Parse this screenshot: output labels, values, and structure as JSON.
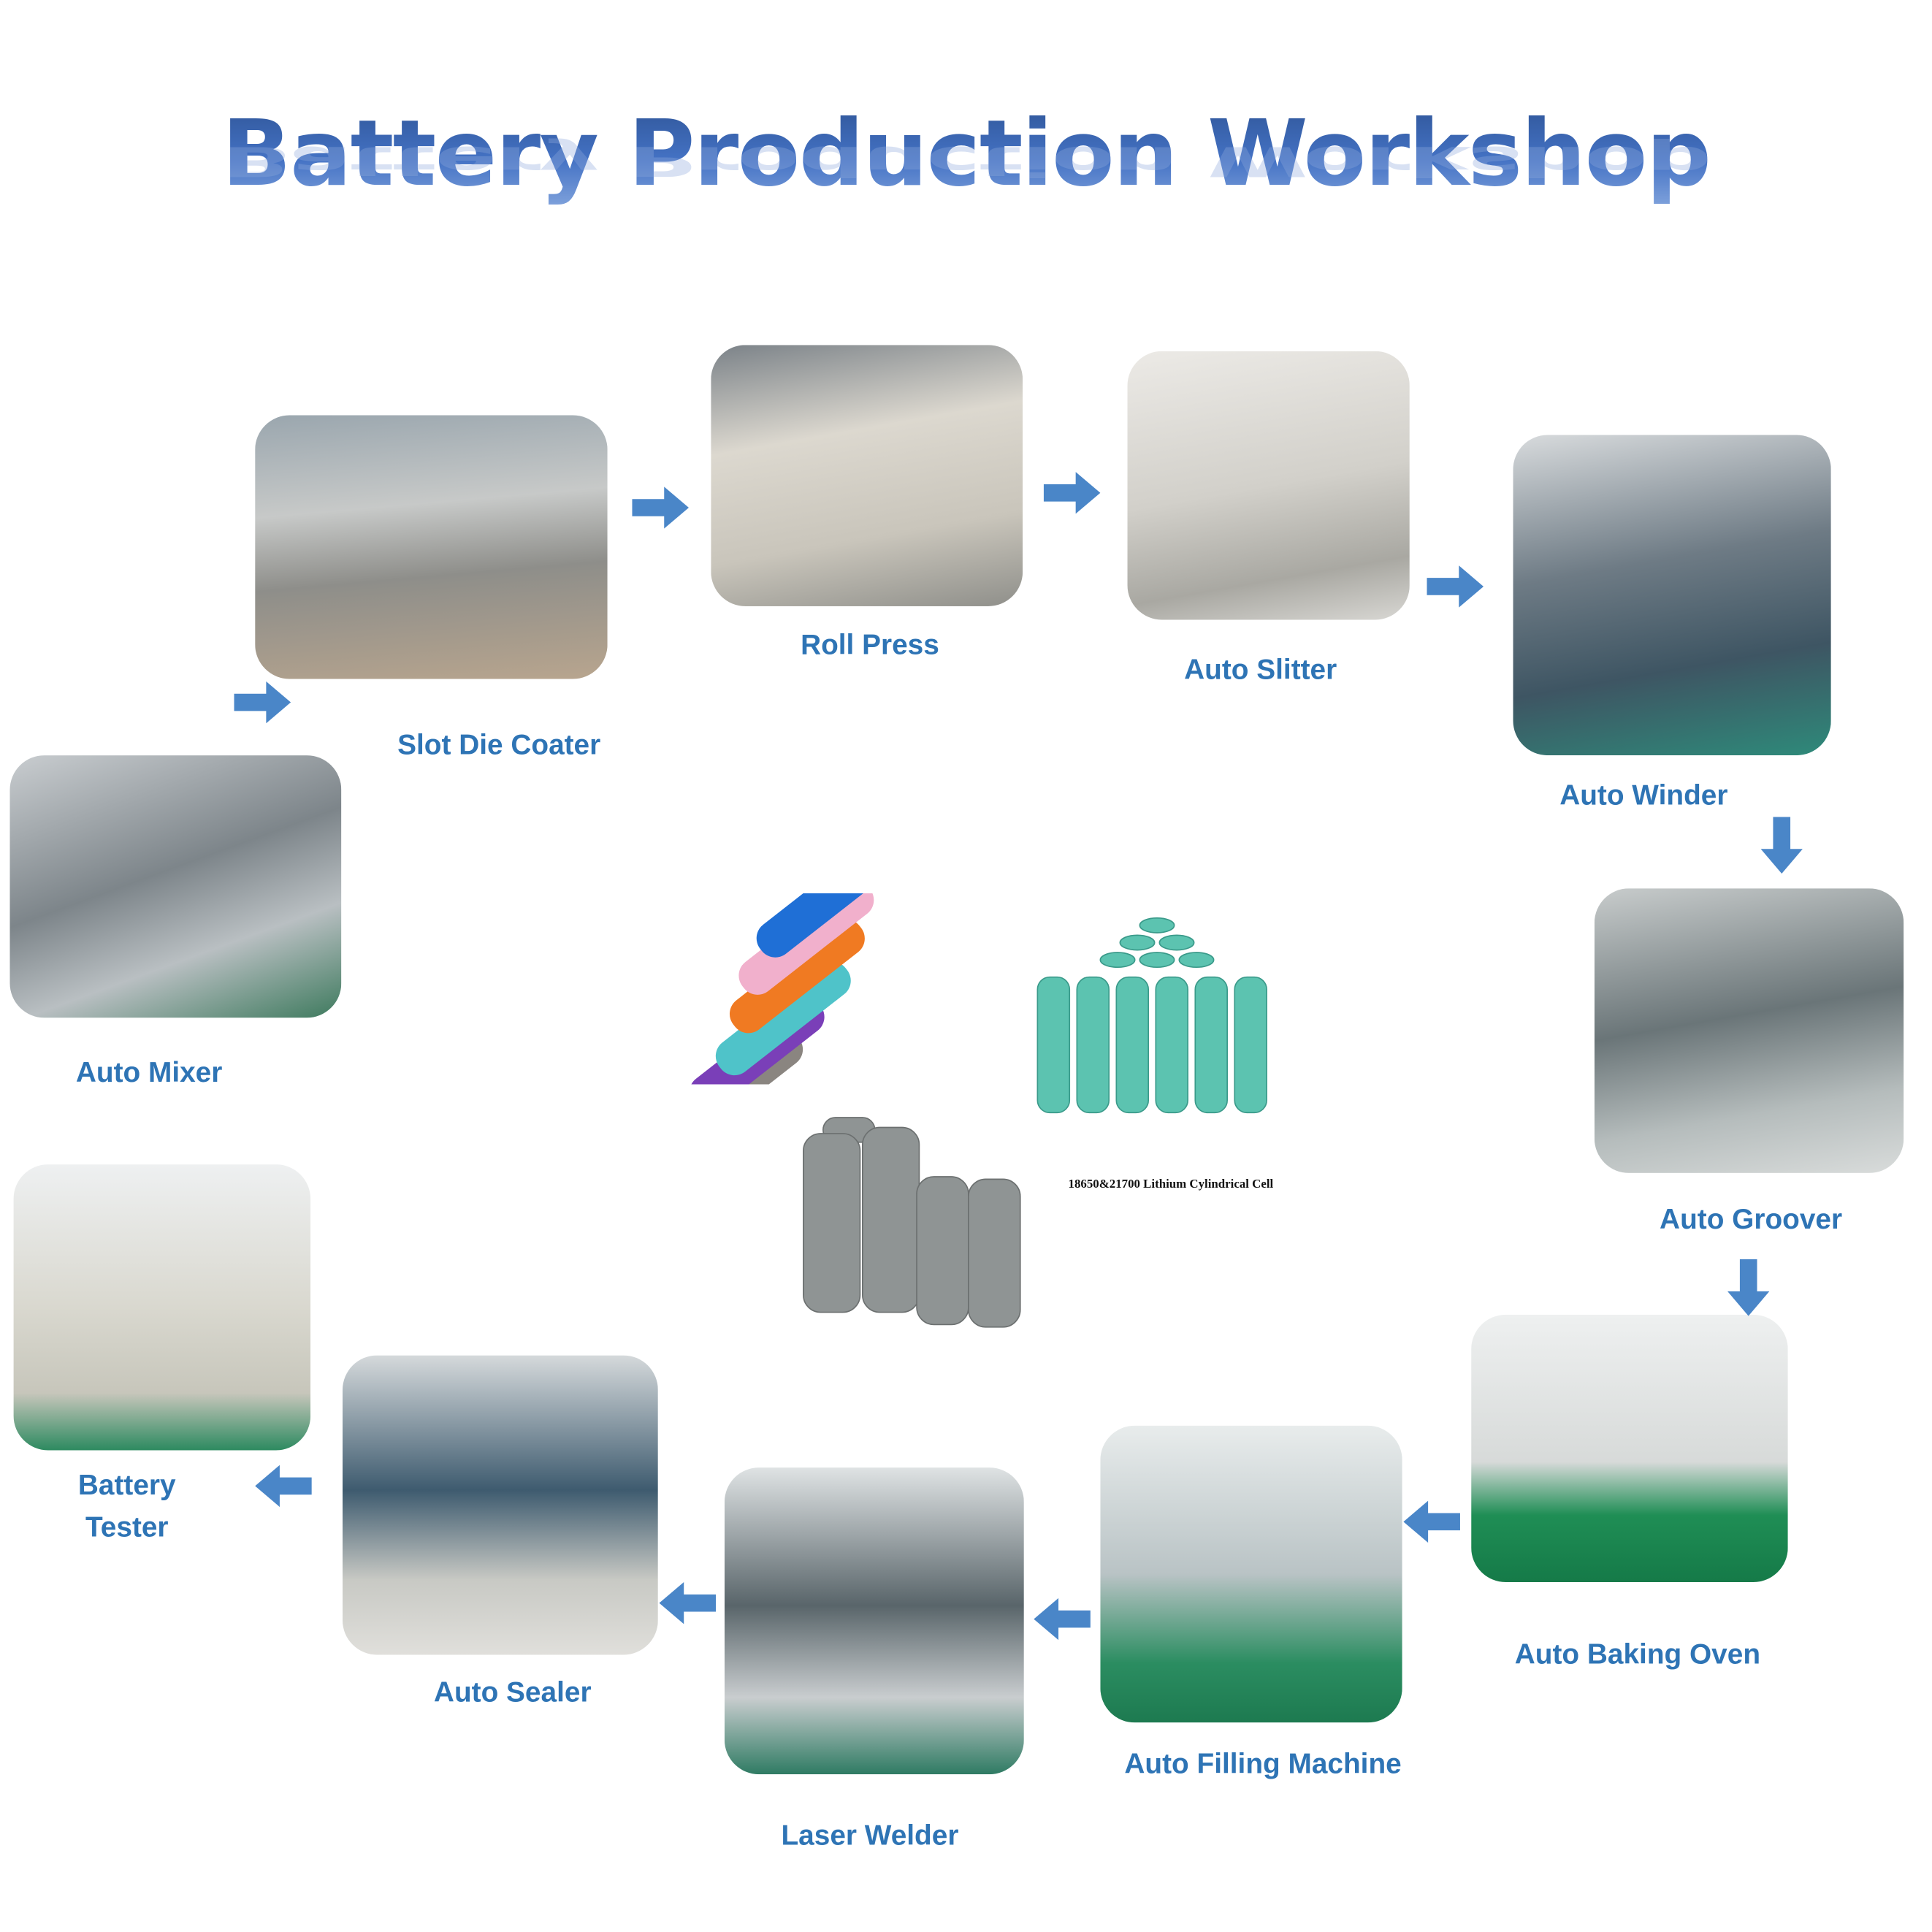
{
  "title": "Battery Production Workshop",
  "steps": [
    {
      "label": "Auto Mixer"
    },
    {
      "label": "Slot Die Coater"
    },
    {
      "label": "Roll Press"
    },
    {
      "label": "Auto Slitter"
    },
    {
      "label": "Auto Winder"
    },
    {
      "label": "Auto Groover"
    },
    {
      "label": "Auto Baking Oven"
    },
    {
      "label": "Auto Filling Machine"
    },
    {
      "label": "Laser Welder"
    },
    {
      "label": "Auto Sealer"
    },
    {
      "label": "Battery",
      "label2": "Tester"
    }
  ],
  "product_caption": "18650&21700 Lithium Cylindrical Cell",
  "colors": {
    "label": "#2e74b5",
    "arrow": "#4a86c8",
    "title": "#4472c4"
  }
}
